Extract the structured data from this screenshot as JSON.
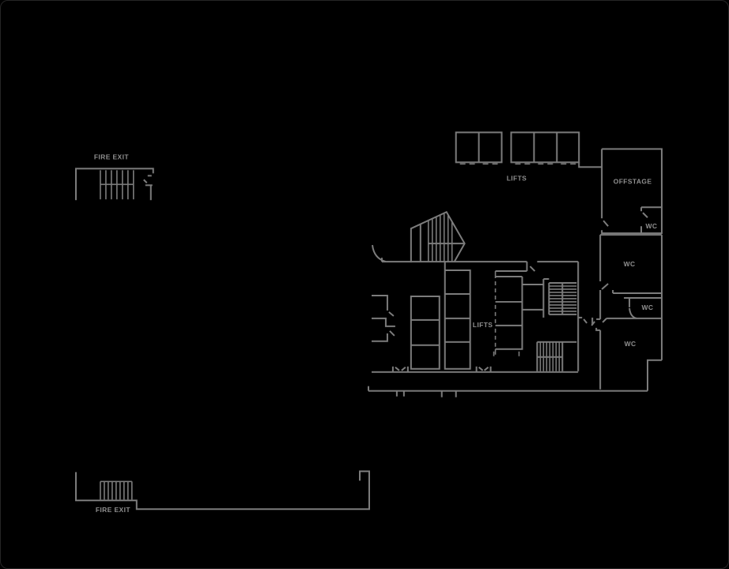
{
  "page": {
    "type": "floor-plan",
    "background": "#000000",
    "border": "#262626"
  },
  "colors": {
    "line": "#7c7c7c",
    "text": "#8f8f8f"
  },
  "labels": {
    "fire_exit_top": "FIRE EXIT",
    "lifts_top": "LIFTS",
    "offstage": "OFFSTAGE",
    "wc_offstage": "WC",
    "wc_large": "WC",
    "wc_small": "WC",
    "wc_bottom": "WC",
    "lifts_core": "LIFTS",
    "fire_exit_bottom": "FIRE EXIT"
  }
}
